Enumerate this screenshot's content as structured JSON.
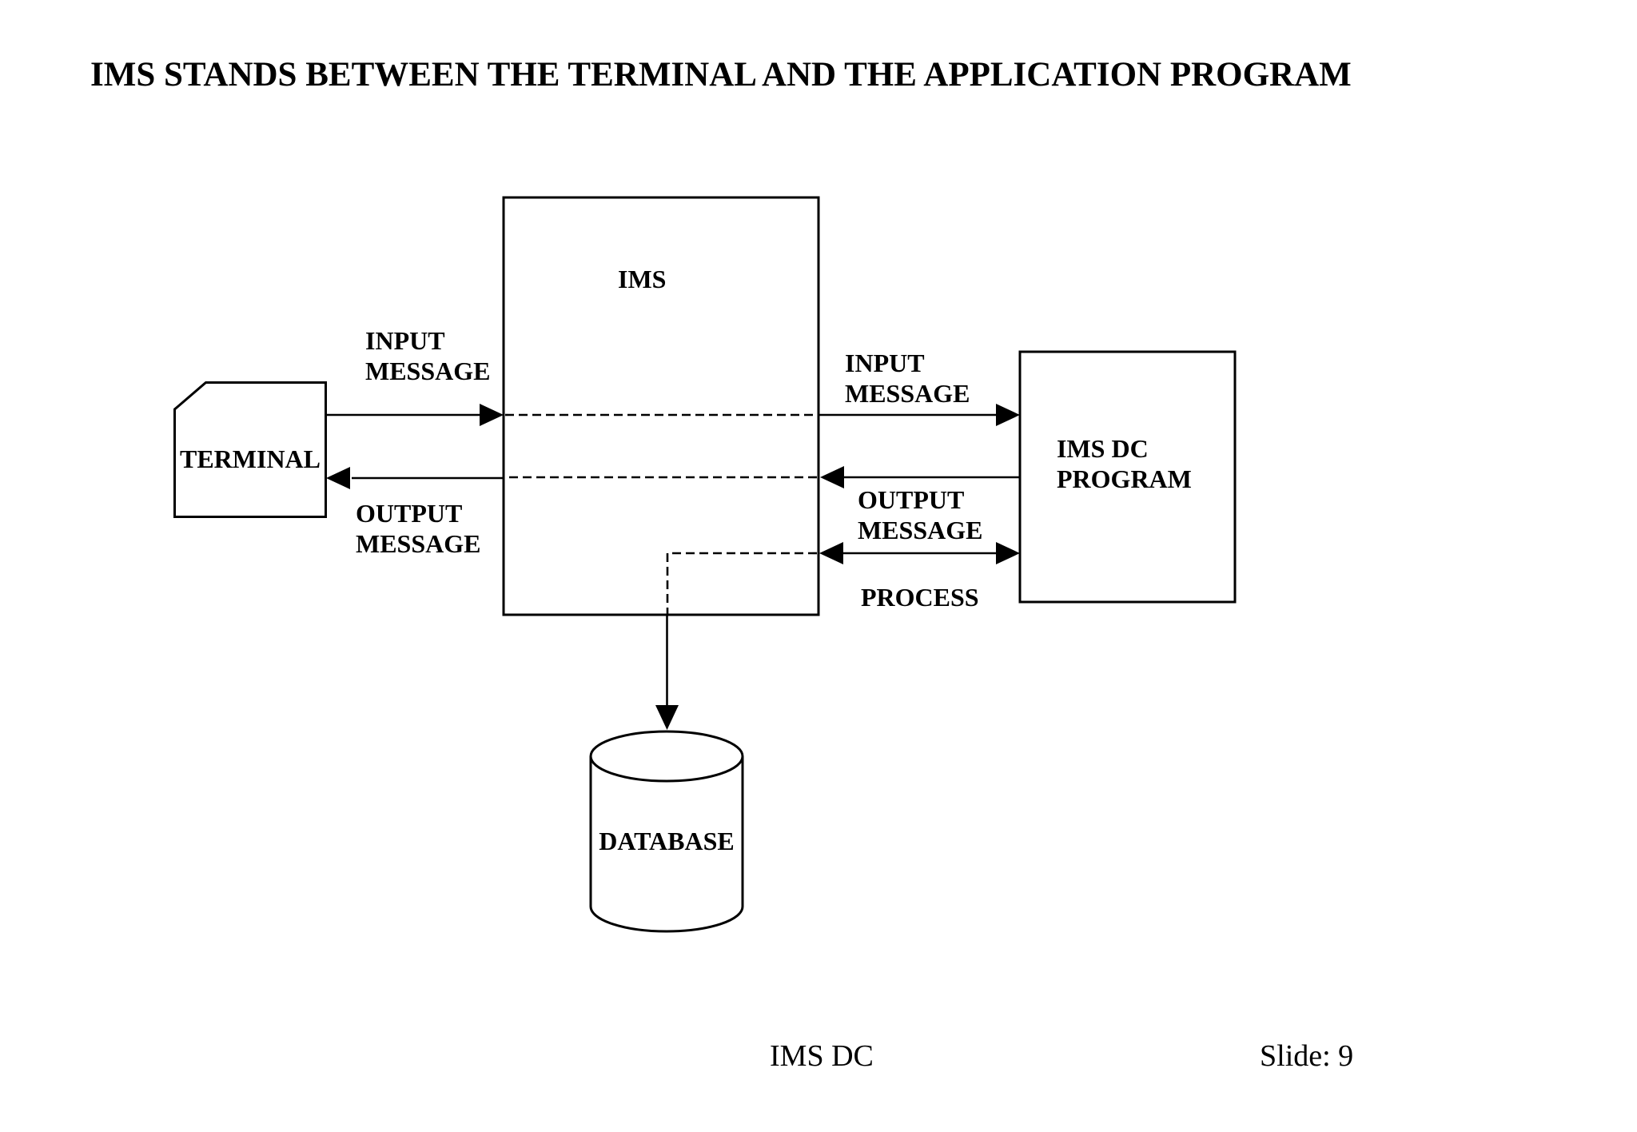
{
  "slide": {
    "title": "IMS STANDS BETWEEN THE TERMINAL AND THE APPLICATION PROGRAM",
    "footer": {
      "product": "IMS DC",
      "slide_number": "Slide: 9"
    }
  },
  "diagram": {
    "nodes": {
      "terminal": "TERMINAL",
      "ims": "IMS",
      "ims_dc_program": "IMS DC\nPROGRAM",
      "database": "DATABASE"
    },
    "flow_labels": {
      "terminal_input": "INPUT\nMESSAGE",
      "terminal_output": "OUTPUT\nMESSAGE",
      "program_input": "INPUT\nMESSAGE",
      "program_output": "OUTPUT\nMESSAGE",
      "process": "PROCESS"
    },
    "colors": {
      "line": "#000000",
      "fill": "#ffffff"
    }
  }
}
